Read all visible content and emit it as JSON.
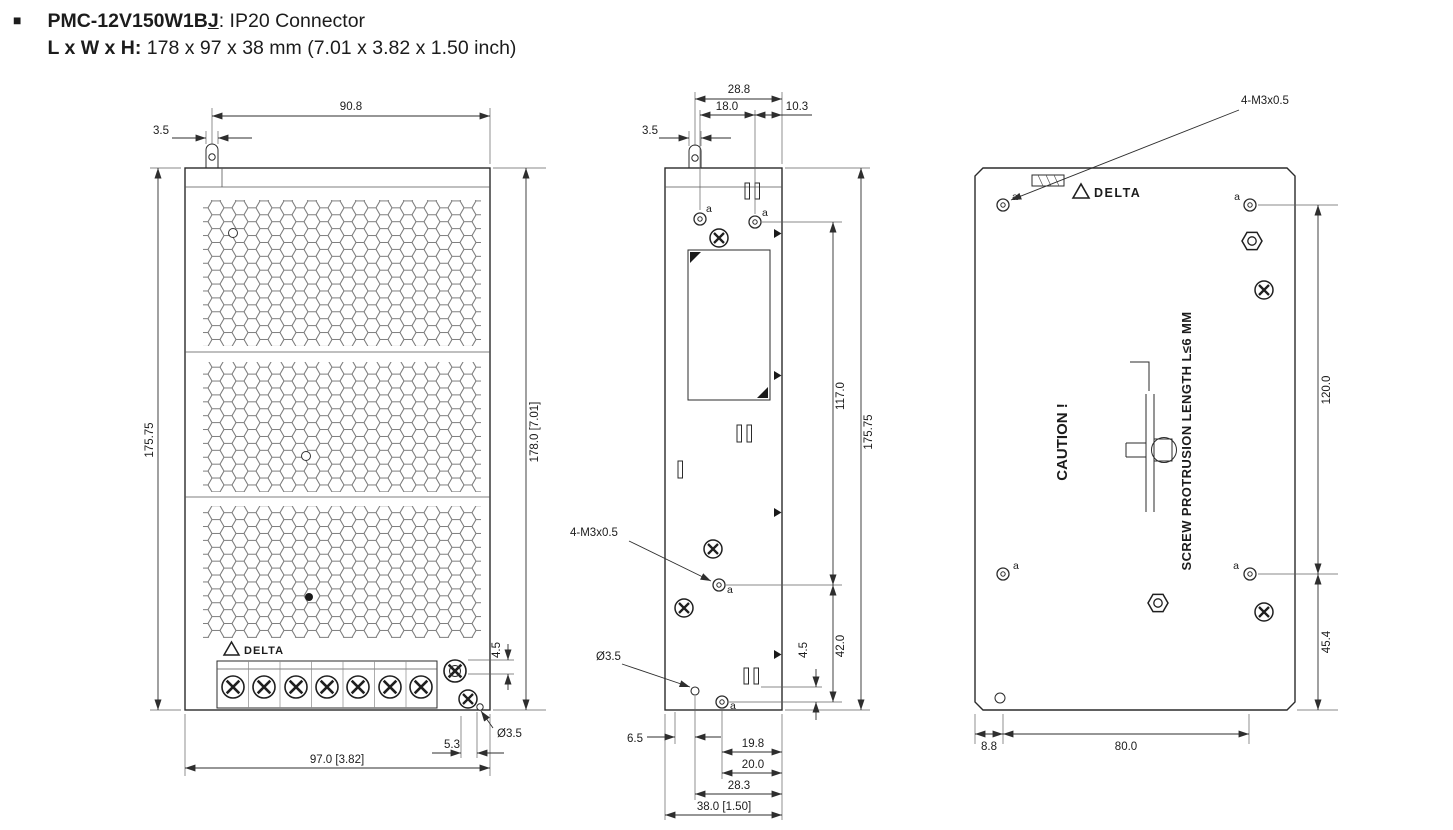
{
  "colors": {
    "ink": "#222222",
    "background": "#ffffff"
  },
  "header": {
    "bullet": "■",
    "model": "PMC-12V150W1B",
    "model_suffix": "J",
    "title_rest": ": IP20 Connector",
    "size_label": "L x W x H:",
    "size_value": " 178 x 97 x 38 mm (7.01 x 3.82 x 1.50 inch)"
  },
  "views": {
    "front": {
      "dim_top_offset": "3.5",
      "dim_top_width": "90.8",
      "dim_left_height": "175.75",
      "dim_right_height": "178.0 [7.01]",
      "dim_terminal": "4.5",
      "dim_hole": "Ø3.5",
      "dim_hole_offset": "5.3",
      "dim_bottom_width": "97.0 [3.82]",
      "logo": "DELTA"
    },
    "side": {
      "dim_top_offset": "3.5",
      "dim_top_total": "28.8",
      "dim_top_a": "18.0",
      "dim_top_b": "10.3",
      "dim_mid_height": "117.0",
      "dim_right_height": "175.75",
      "dim_lower": "42.0",
      "dim_lower_small": "4.5",
      "screw_label": "4-M3x0.5",
      "dim_hole": "Ø3.5",
      "dim_hole_left": "6.5",
      "dim_b1": "19.8",
      "dim_b2": "20.0",
      "dim_b3": "28.3",
      "dim_b4": "38.0 [1.50]",
      "hole_a": "a"
    },
    "back": {
      "screw_label": "4-M3x0.5",
      "caution": "CAUTION !",
      "protrusion": "SCREW PROTRUSION LENGTH  L≤6 MM",
      "dim_upper_height": "120.0",
      "dim_lower_height": "45.4",
      "dim_bottom_offset": "8.8",
      "dim_bottom_width": "80.0",
      "logo": "DELTA",
      "hole_a": "a"
    }
  }
}
